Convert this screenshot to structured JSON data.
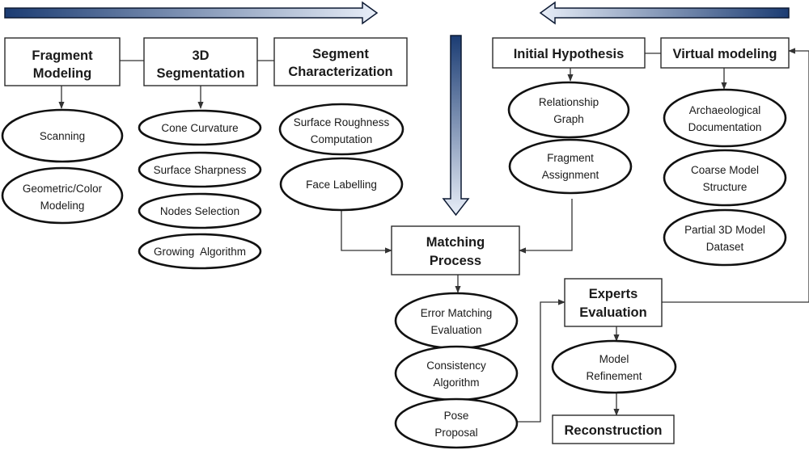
{
  "boxes": {
    "fragment_modeling": [
      "Fragment",
      "Modeling"
    ],
    "segmentation_3d": [
      "3D",
      "Segmentation"
    ],
    "segment_characterization": [
      "Segment",
      "Characterization"
    ],
    "initial_hypothesis": [
      "Initial Hypothesis"
    ],
    "virtual_modeling": [
      "Virtual modeling"
    ],
    "matching_process": [
      "Matching",
      "Process"
    ],
    "experts_evaluation": [
      "Experts",
      "Evaluation"
    ],
    "reconstruction": [
      "Reconstruction"
    ]
  },
  "ellipses": {
    "scanning": [
      "Scanning"
    ],
    "geometric_color_modeling": [
      "Geometric/Color",
      "Modeling"
    ],
    "cone_curvature": [
      "Cone Curvature"
    ],
    "surface_sharpness": [
      "Surface Sharpness"
    ],
    "nodes_selection": [
      "Nodes Selection"
    ],
    "growing_algorithm": [
      "Growing  Algorithm"
    ],
    "surface_roughness": [
      "Surface Roughness",
      "Computation"
    ],
    "face_labelling": [
      "Face Labelling"
    ],
    "relationship_graph": [
      "Relationship",
      "Graph"
    ],
    "fragment_assignment": [
      "Fragment",
      "Assignment"
    ],
    "archaeological_documentation": [
      "Archaeological",
      "Documentation"
    ],
    "coarse_model_structure": [
      "Coarse Model",
      "Structure"
    ],
    "partial_3d_model_dataset": [
      "Partial 3D Model",
      "Dataset"
    ],
    "error_matching_evaluation": [
      "Error Matching",
      "Evaluation"
    ],
    "consistency_algorithm": [
      "Consistency",
      "Algorithm"
    ],
    "pose_proposal": [
      "Pose",
      "Proposal"
    ],
    "model_refinement": [
      "Model",
      "Refinement"
    ]
  },
  "colors": {
    "arrow_dark": "#1b3c73",
    "arrow_light": "#e8eef8",
    "arrow_outline": "#0d1a33"
  }
}
